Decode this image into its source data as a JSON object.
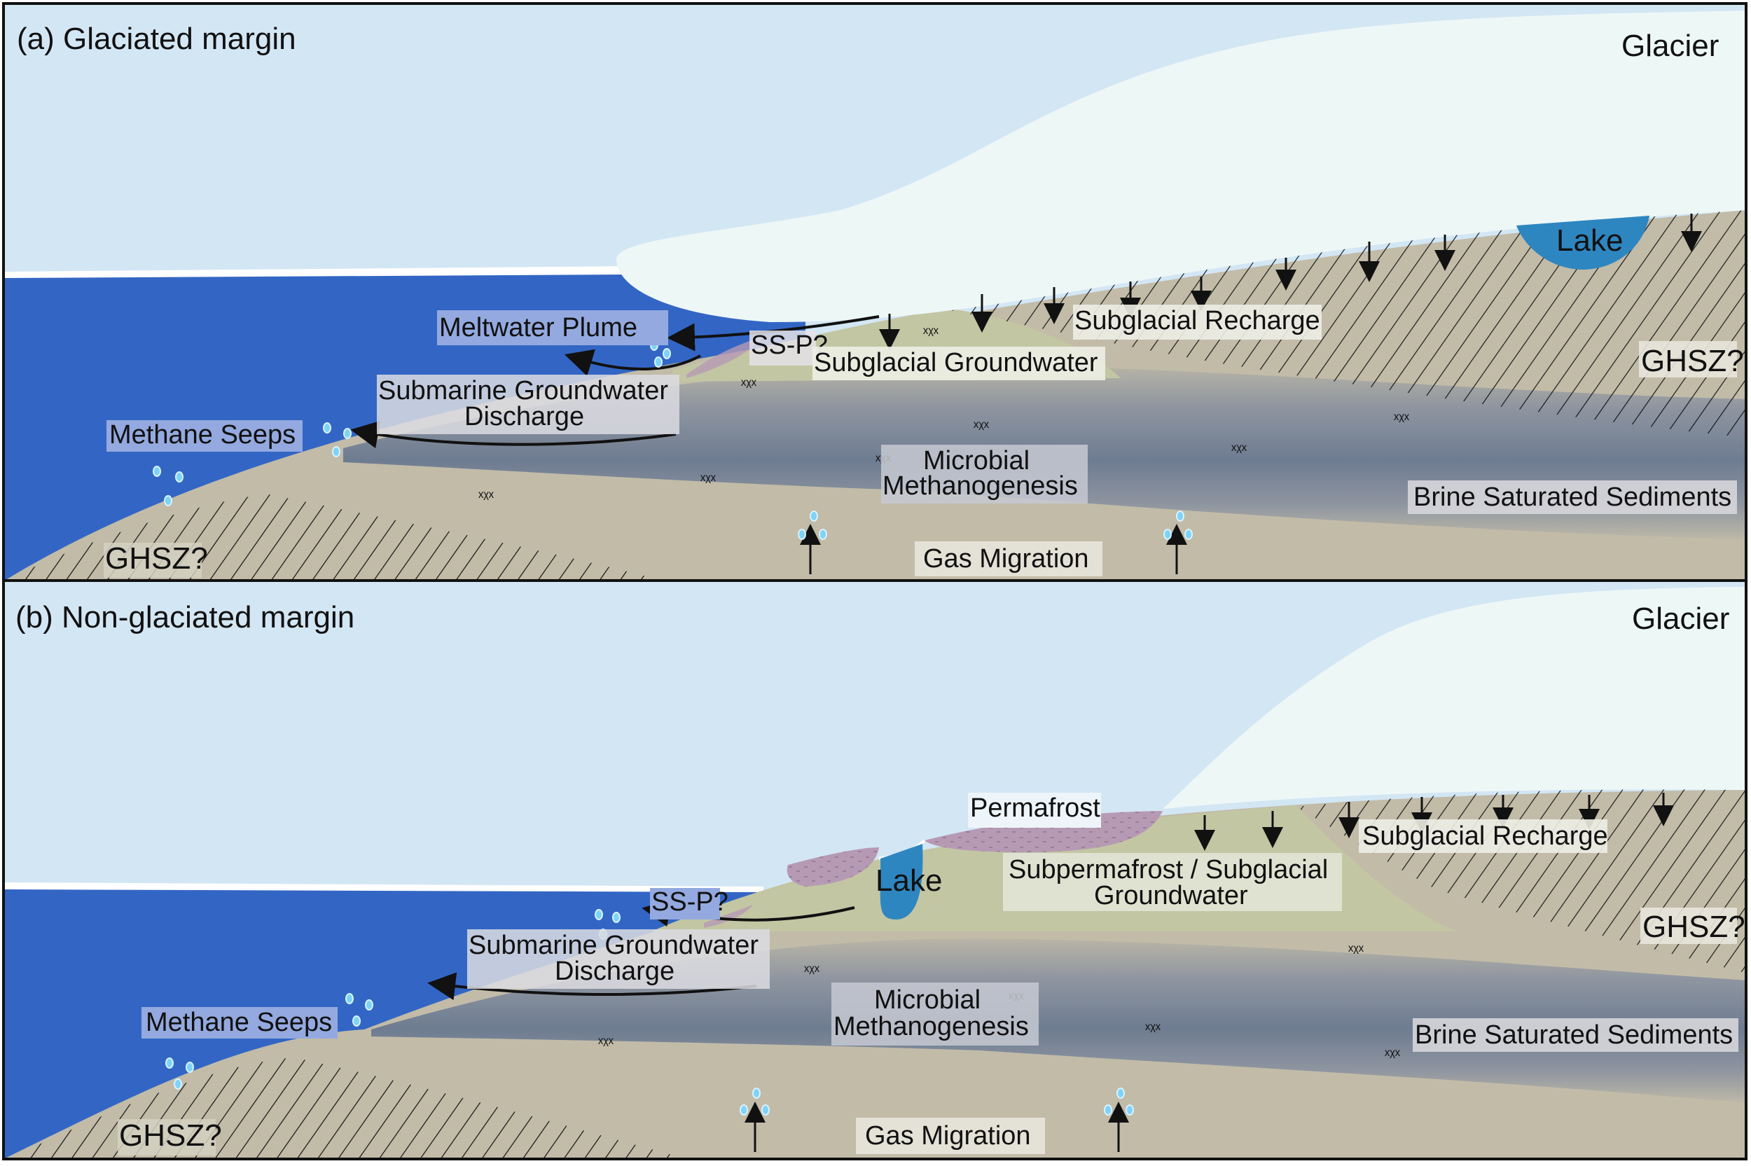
{
  "figure": {
    "panels": [
      {
        "id": "a",
        "title": "(a) Glaciated margin",
        "labels": {
          "glacier": "Glacier",
          "lake": "Lake",
          "meltwater_plume": "Meltwater Plume",
          "ss_p": "SS-P?",
          "subglacial_recharge": "Subglacial Recharge",
          "subglacial_groundwater": "Subglacial Groundwater",
          "sgd_line1": "Submarine Groundwater",
          "sgd_line2": "Discharge",
          "methane_seeps": "Methane Seeps",
          "ghsz_right": "GHSZ?",
          "ghsz_left": "GHSZ?",
          "microbial_line1": "Microbial",
          "microbial_line2": "Methanogenesis",
          "brine": "Brine Saturated Sediments",
          "gas_migration": "Gas Migration"
        }
      },
      {
        "id": "b",
        "title": "(b) Non-glaciated margin",
        "labels": {
          "glacier": "Glacier",
          "permafrost": "Permafrost",
          "lake": "Lake",
          "ss_p": "SS-P?",
          "subglacial_recharge": "Subglacial Recharge",
          "subpermafrost_line1": "Subpermafrost / Subglacial",
          "subpermafrost_line2": "Groundwater",
          "sgd_line1": "Submarine Groundwater",
          "sgd_line2": "Discharge",
          "methane_seeps": "Methane Seeps",
          "ghsz_right": "GHSZ?",
          "ghsz_left": "GHSZ?",
          "microbial_line1": "Microbial",
          "microbial_line2": "Methanogenesis",
          "brine": "Brine Saturated Sediments",
          "gas_migration": "Gas Migration"
        }
      }
    ],
    "colors": {
      "sky": "#D3E6F4",
      "glacier": "#EDF7F6",
      "ocean": "#3366C4",
      "lake": "#2E86C1",
      "sediment": "#C1BBA8",
      "groundwater_zone": "#C3C6A3",
      "brine_zone": "#6F7D92",
      "permafrost": "#B69AB4",
      "bubble": "#7ED3F7",
      "label_bg": "#EEEEE6",
      "label_bg_ocean": "#93A9DF"
    }
  }
}
